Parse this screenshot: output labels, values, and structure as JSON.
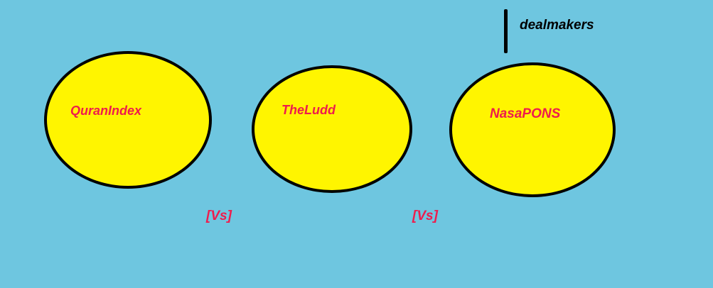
{
  "colors": {
    "background": "#6ec6e0",
    "ellipse_fill": "#fff500",
    "ellipse_stroke": "#000000",
    "label_text": "#ee1c4d",
    "caption_text": "#000000"
  },
  "ellipses": [
    {
      "label": "QuranIndex"
    },
    {
      "label": "TheLudd"
    },
    {
      "label": "NasaPONS"
    }
  ],
  "separators": [
    {
      "text": "[Vs]"
    },
    {
      "text": "[Vs]"
    }
  ],
  "caption": {
    "text": "dealmakers"
  }
}
